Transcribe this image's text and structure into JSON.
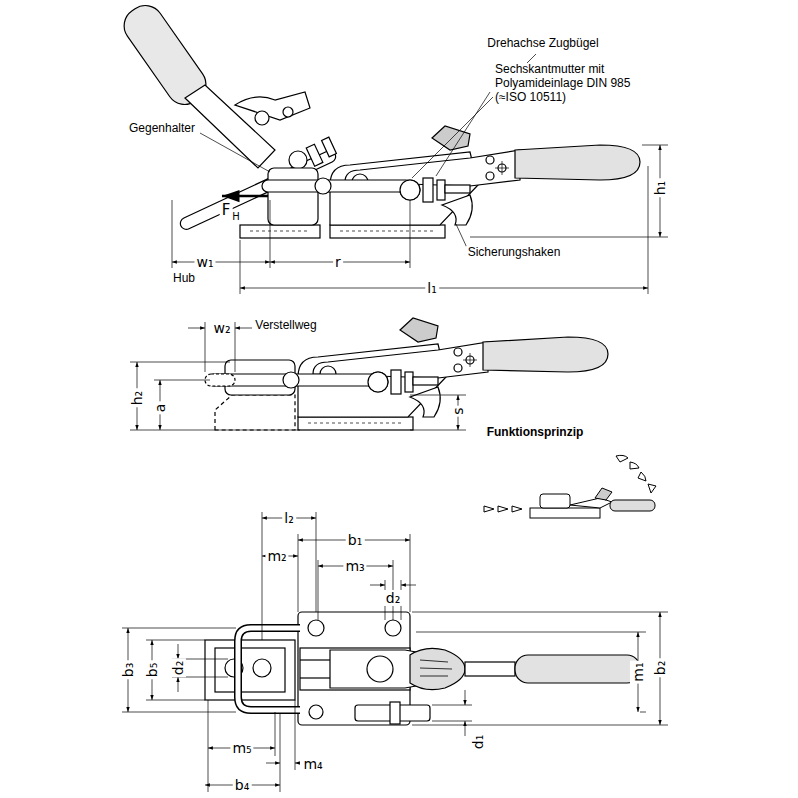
{
  "diagram": {
    "labels": [
      "Drehachse Zugbügel",
      "Sechskantmutter mit Polyamideinlage DIN 985 (≈ISO 10511)",
      "Gegenhalter",
      "F",
      "H",
      "w₁",
      "Hub",
      "r",
      "l₁",
      "h₁",
      "Sicherungshaken",
      "w₂",
      "Verstellweg",
      "h₂",
      "a",
      "s",
      "Funktionsprinzip",
      "l₂",
      "m₂",
      "b₁",
      "m₃",
      "d₂",
      "b₃",
      "b₅",
      "d₂",
      "m₁",
      "b₂",
      "d₁",
      "m₅",
      "m₄",
      "b₄"
    ]
  }
}
